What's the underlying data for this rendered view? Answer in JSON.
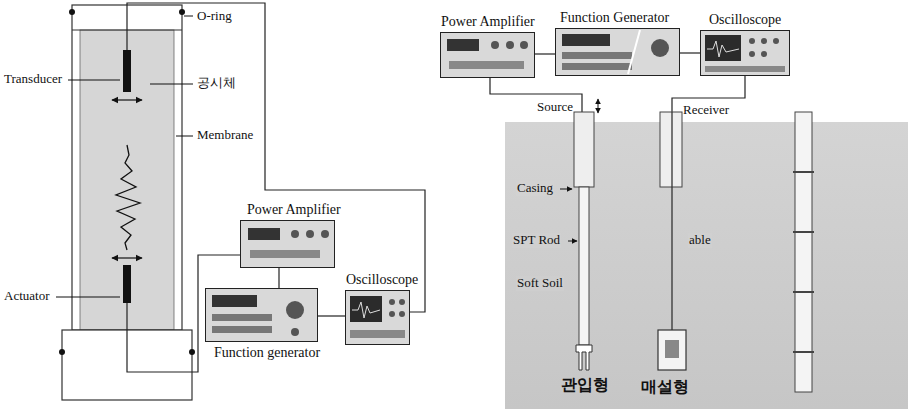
{
  "diagram": {
    "nodes": [
      {
        "text": [
          "Power Amplifier"
        ]
      },
      {
        "text": [
          "Function generator"
        ]
      },
      {
        "text": [
          "Oscilloscope"
        ]
      },
      {
        "text": [
          "Power Amplifier"
        ]
      },
      {
        "text": [
          "Function Generator"
        ]
      },
      {
        "text": [
          "Oscilloscope"
        ]
      }
    ],
    "edges": [
      {
        "from": 1,
        "to": 0,
        "arrow": "none"
      },
      {
        "from": 1,
        "to": 2,
        "arrow": "none"
      },
      {
        "from": 3,
        "to": 4,
        "arrow": "none"
      },
      {
        "from": 4,
        "to": 5,
        "arrow": "none"
      }
    ],
    "labels": [
      "O-ring",
      "Transducer",
      "공시체",
      "Membrane",
      "Actuator",
      "Receiver",
      "Source",
      "Casing",
      "SPT Rod",
      "able",
      "Soft Soil",
      "관입형",
      "매설형"
    ]
  }
}
